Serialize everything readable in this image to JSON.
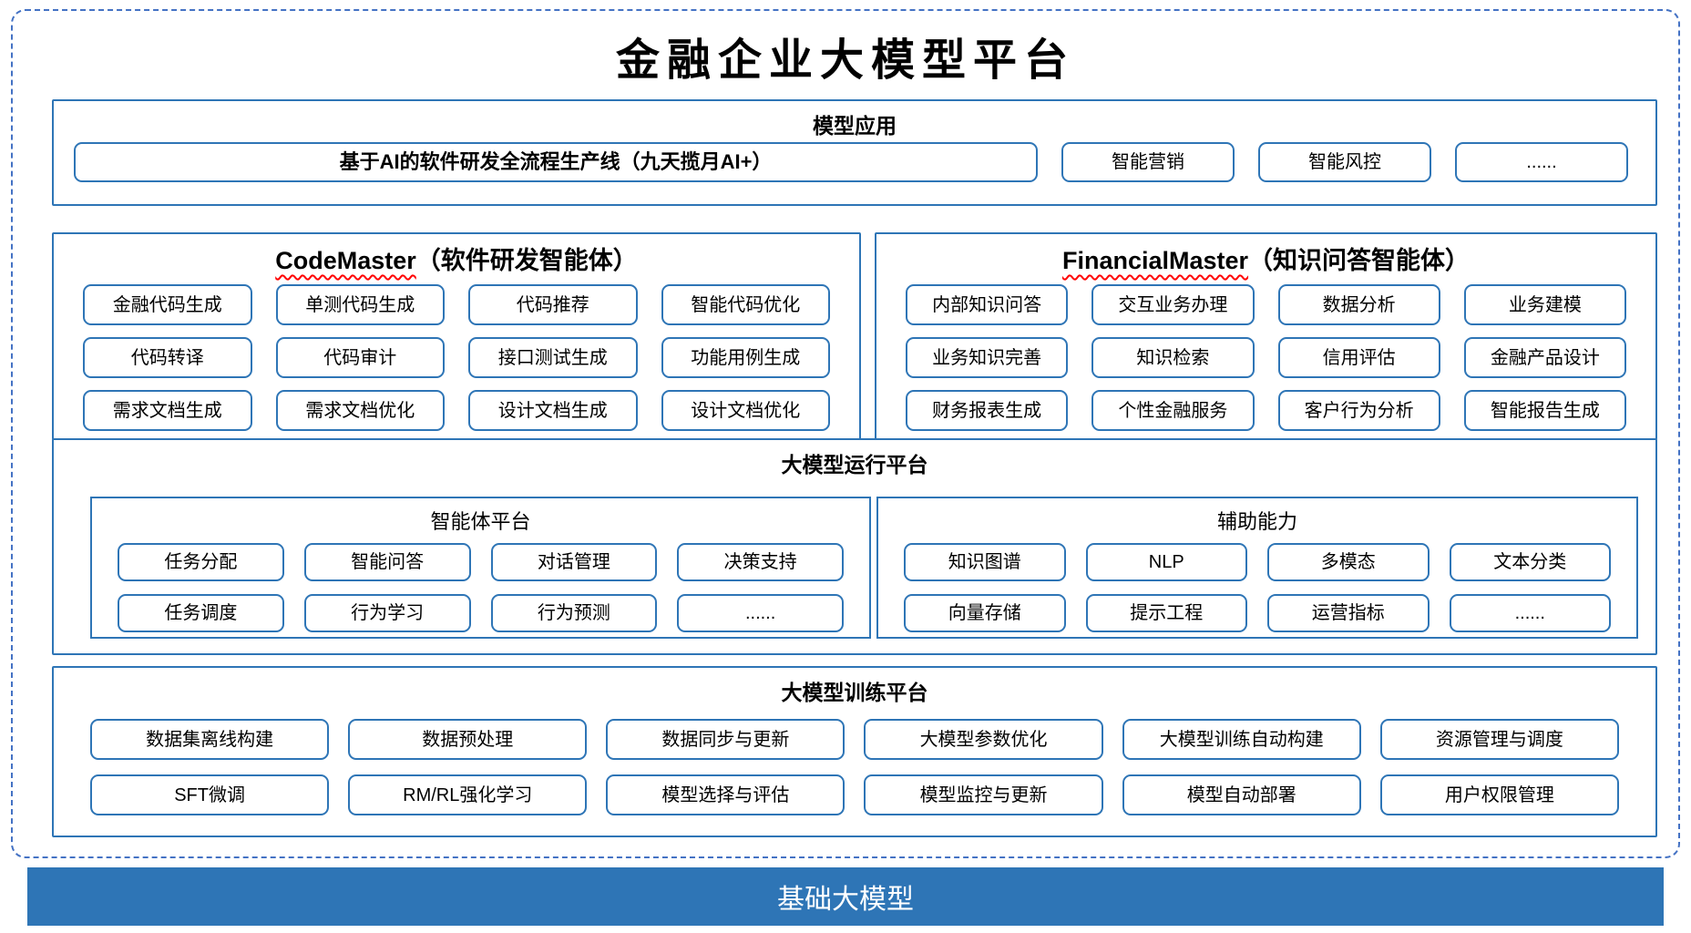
{
  "page_title": "金融企业大模型平台",
  "colors": {
    "box_border_blue": "#2E75B6",
    "outer_dashed_blue": "#4472C4",
    "squiggle_red": "#FF0000",
    "base_bar_blue": "#2E75B6",
    "base_bar_text": "#FFFFFF"
  },
  "model_app": {
    "title": "模型应用",
    "main_button": "基于AI的软件研发全流程生产线（九天揽月AI+）",
    "buttons": [
      "智能营销",
      "智能风控",
      "......"
    ]
  },
  "code_master": {
    "title_en": "CodeMaster",
    "title_suffix": "（软件研发智能体）",
    "buttons": [
      "金融代码生成",
      "单测代码生成",
      "代码推荐",
      "智能代码优化",
      "代码转译",
      "代码审计",
      "接口测试生成",
      "功能用例生成",
      "需求文档生成",
      "需求文档优化",
      "设计文档生成",
      "设计文档优化"
    ]
  },
  "financial_master": {
    "title_en": "FinancialMaster",
    "title_suffix": "（知识问答智能体）",
    "buttons": [
      "内部知识问答",
      "交互业务办理",
      "数据分析",
      "业务建模",
      "业务知识完善",
      "知识检索",
      "信用评估",
      "金融产品设计",
      "财务报表生成",
      "个性金融服务",
      "客户行为分析",
      "智能报告生成"
    ]
  },
  "runtime": {
    "title": "大模型运行平台",
    "agent_platform": {
      "title": "智能体平台",
      "buttons": [
        "任务分配",
        "智能问答",
        "对话管理",
        "决策支持",
        "任务调度",
        "行为学习",
        "行为预测",
        "......"
      ]
    },
    "aux_ability": {
      "title": "辅助能力",
      "buttons": [
        "知识图谱",
        "NLP",
        "多模态",
        "文本分类",
        "向量存储",
        "提示工程",
        "运营指标",
        "......"
      ]
    }
  },
  "training": {
    "title": "大模型训练平台",
    "buttons": [
      "数据集离线构建",
      "数据预处理",
      "数据同步与更新",
      "大模型参数优化",
      "大模型训练自动构建",
      "资源管理与调度",
      "SFT微调",
      "RM/RL强化学习",
      "模型选择与评估",
      "模型监控与更新",
      "模型自动部署",
      "用户权限管理"
    ]
  },
  "base_model": {
    "label": "基础大模型"
  }
}
